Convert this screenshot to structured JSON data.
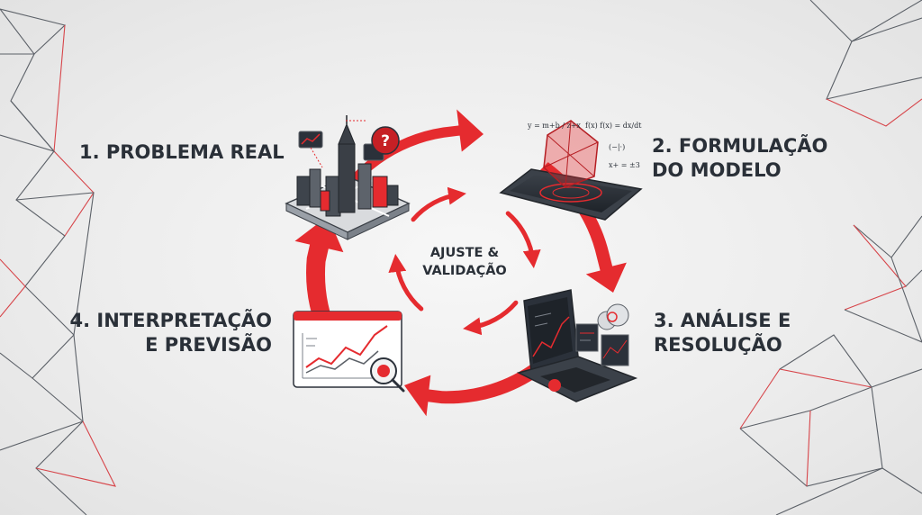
{
  "colors": {
    "accent": "#e52b2f",
    "text": "#2a3038",
    "dark": "#2b313a",
    "line_gray": "#5c6168",
    "line_red": "#d7454a"
  },
  "steps": [
    {
      "title_lines": [
        "1. PROBLEMA REAL"
      ],
      "icon": "city-problem-icon"
    },
    {
      "title_lines": [
        "2. FORMULAÇÃO",
        "DO MODELO"
      ],
      "icon": "tablet-model-icon"
    },
    {
      "title_lines": [
        "3. ANÁLISE E",
        "RESOLUÇÃO"
      ],
      "icon": "laptop-analysis-icon"
    },
    {
      "title_lines": [
        "4. INTERPRETAÇÃO",
        "E PREVISÃO"
      ],
      "icon": "chart-prediction-icon"
    }
  ],
  "center": {
    "title_lines": [
      "AJUSTE &",
      "VALIDAÇÃO"
    ]
  },
  "formula_lines": [
    "y = m+b / z+x",
    "f(x) f(x) = dx/dt",
    "(−|·)",
    "x+ = ±3"
  ]
}
